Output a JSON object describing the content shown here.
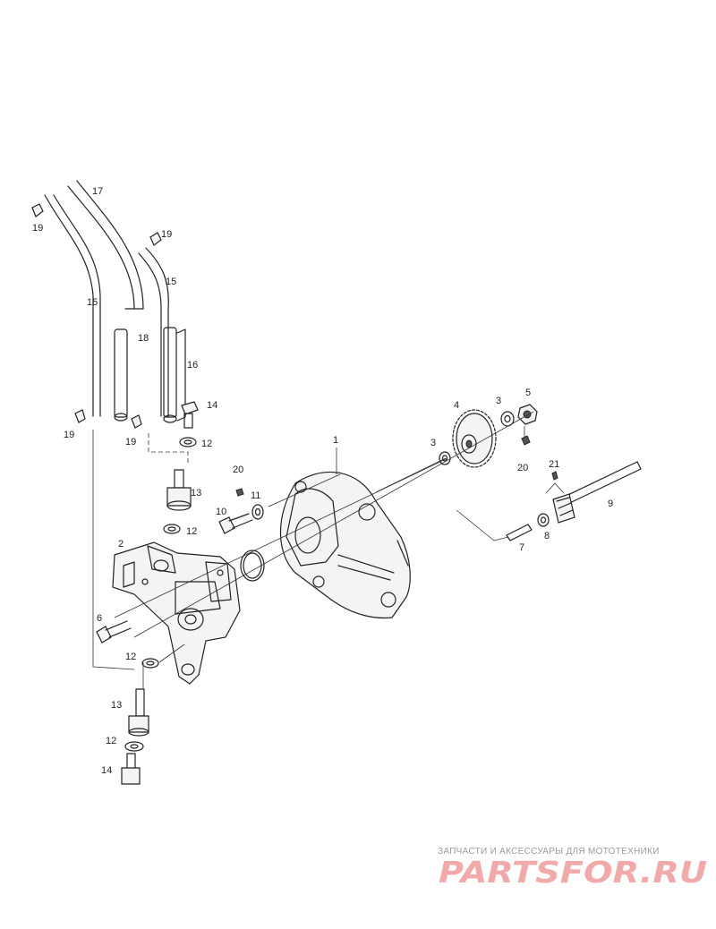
{
  "labels": {
    "l1": "1",
    "l2": "2",
    "l3a": "3",
    "l3b": "3",
    "l4": "4",
    "l5": "5",
    "l6": "6",
    "l7": "7",
    "l8": "8",
    "l9": "9",
    "l10": "10",
    "l11": "11",
    "l12a": "12",
    "l12b": "12",
    "l12c": "12",
    "l12d": "12",
    "l13a": "13",
    "l13b": "13",
    "l14a": "14",
    "l14b": "14",
    "l15a": "15",
    "l15b": "15",
    "l16": "16",
    "l17": "17",
    "l18": "18",
    "l19a": "19",
    "l19b": "19",
    "l19c": "19",
    "l19d": "19",
    "l20a": "20",
    "l20b": "20",
    "l21": "21"
  },
  "watermark": {
    "subtitle": "ЗАПЧАСТИ И АКСЕССУАРЫ ДЛЯ МОТОТЕХНИКИ",
    "logo": "PARTSFOR.RU",
    "color": "#f2a9a9"
  }
}
